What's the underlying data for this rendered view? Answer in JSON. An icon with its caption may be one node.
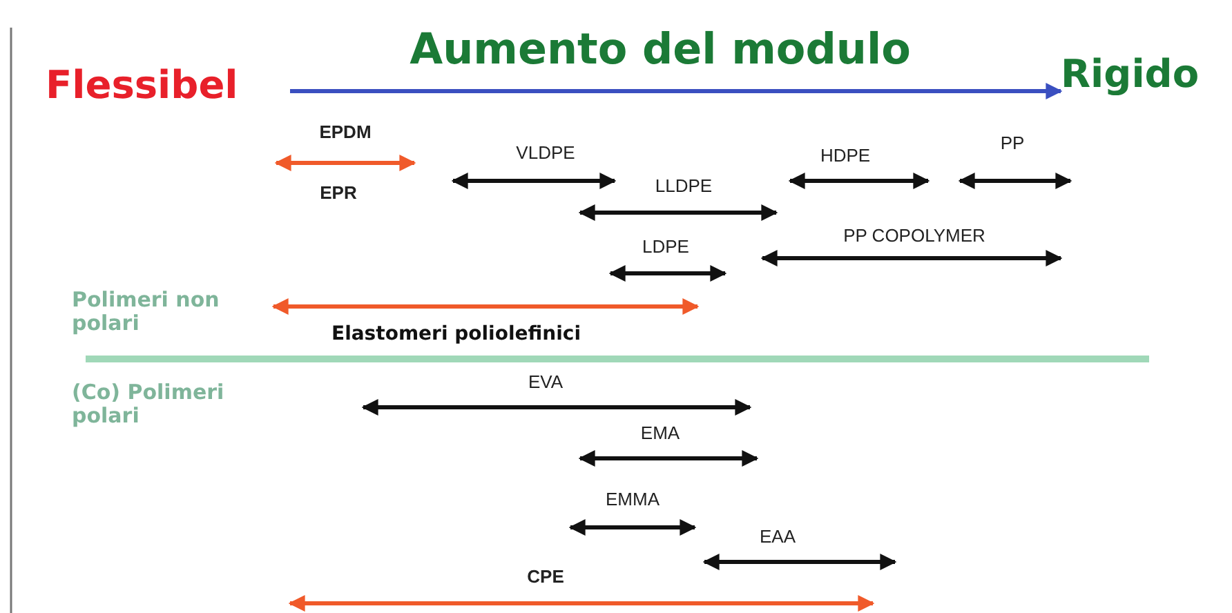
{
  "diagram": {
    "labels": [
      "Aumento del modulo",
      "Flessibel",
      "Rigido",
      "EPDM",
      "PP",
      "VLDPE",
      "HDPE",
      "LLDPE",
      "EPR",
      "PP COPOLYMER",
      "LDPE",
      "Polimeri non polari",
      "Elastomeri poliolefinici",
      "(Co) Polimeri polari",
      "EVA",
      "EMA",
      "EMMA",
      "EAA",
      "CPE"
    ]
  }
}
